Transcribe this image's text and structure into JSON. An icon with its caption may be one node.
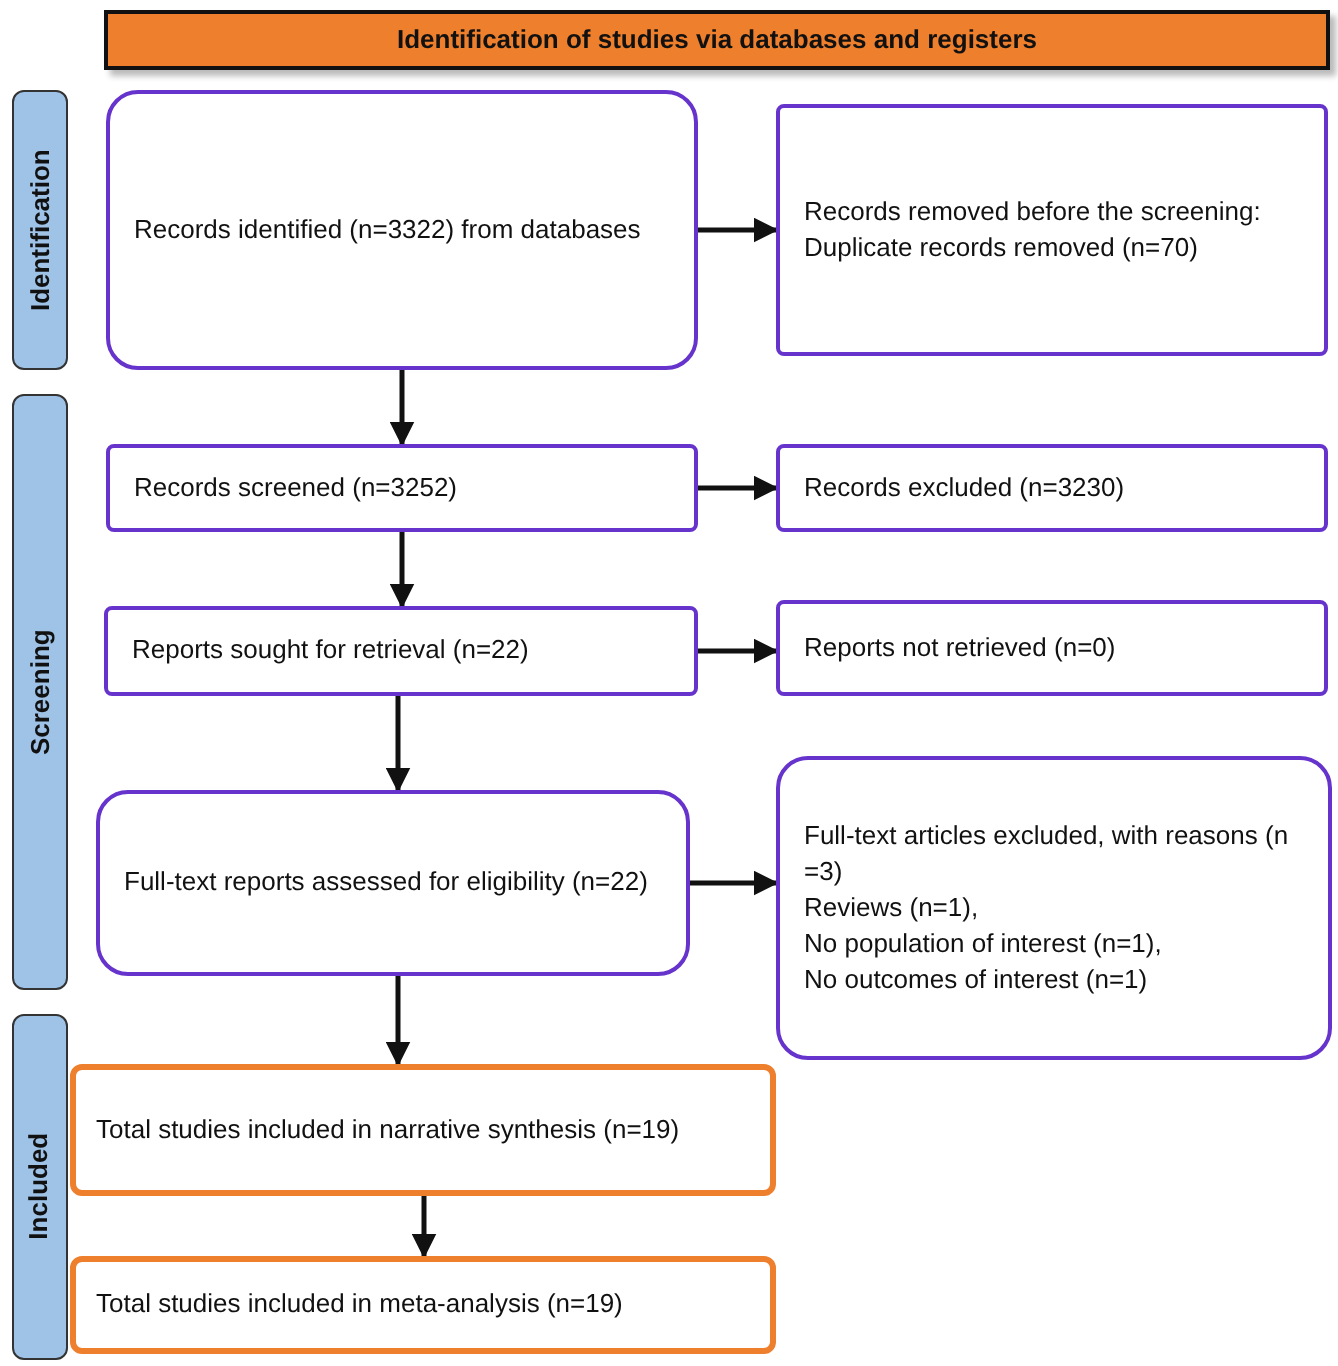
{
  "diagram": {
    "nodes": [
      {
        "text": [
          "Identification of studies via databases and registers"
        ]
      },
      {
        "text": [
          "Identification"
        ]
      },
      {
        "text": [
          "Screening"
        ]
      },
      {
        "text": [
          "Included"
        ]
      },
      {
        "text": [
          "Records identified (n=3322) from databases"
        ]
      },
      {
        "text": [
          "Records removed before the screening:",
          "Duplicate records removed (n=70)"
        ]
      },
      {
        "text": [
          "Records screened (n=3252)"
        ]
      },
      {
        "text": [
          "Records excluded (n=3230)"
        ]
      },
      {
        "text": [
          "Reports sought for retrieval (n=22)"
        ]
      },
      {
        "text": [
          "Reports not retrieved (n=0)"
        ]
      },
      {
        "text": [
          "Full-text reports assessed for eligibility (n=22)"
        ]
      },
      {
        "text": [
          "Full-text articles excluded, with reasons (n =3)",
          "Reviews (n=1),",
          "No population of interest (n=1),",
          "No outcomes of interest (n=1)"
        ]
      },
      {
        "text": [
          "Total studies included in narrative synthesis (n=19)"
        ]
      },
      {
        "text": [
          "Total studies included in meta-analysis (n=19)"
        ]
      }
    ],
    "edges": [
      {
        "from": 4,
        "to": 5,
        "arrow": "to"
      },
      {
        "from": 4,
        "to": 6,
        "arrow": "to"
      },
      {
        "from": 6,
        "to": 7,
        "arrow": "to"
      },
      {
        "from": 6,
        "to": 8,
        "arrow": "to"
      },
      {
        "from": 8,
        "to": 9,
        "arrow": "to"
      },
      {
        "from": 8,
        "to": 10,
        "arrow": "to"
      },
      {
        "from": 10,
        "to": 11,
        "arrow": "to"
      },
      {
        "from": 10,
        "to": 12,
        "arrow": "to"
      },
      {
        "from": 12,
        "to": 13,
        "arrow": "to"
      }
    ]
  }
}
